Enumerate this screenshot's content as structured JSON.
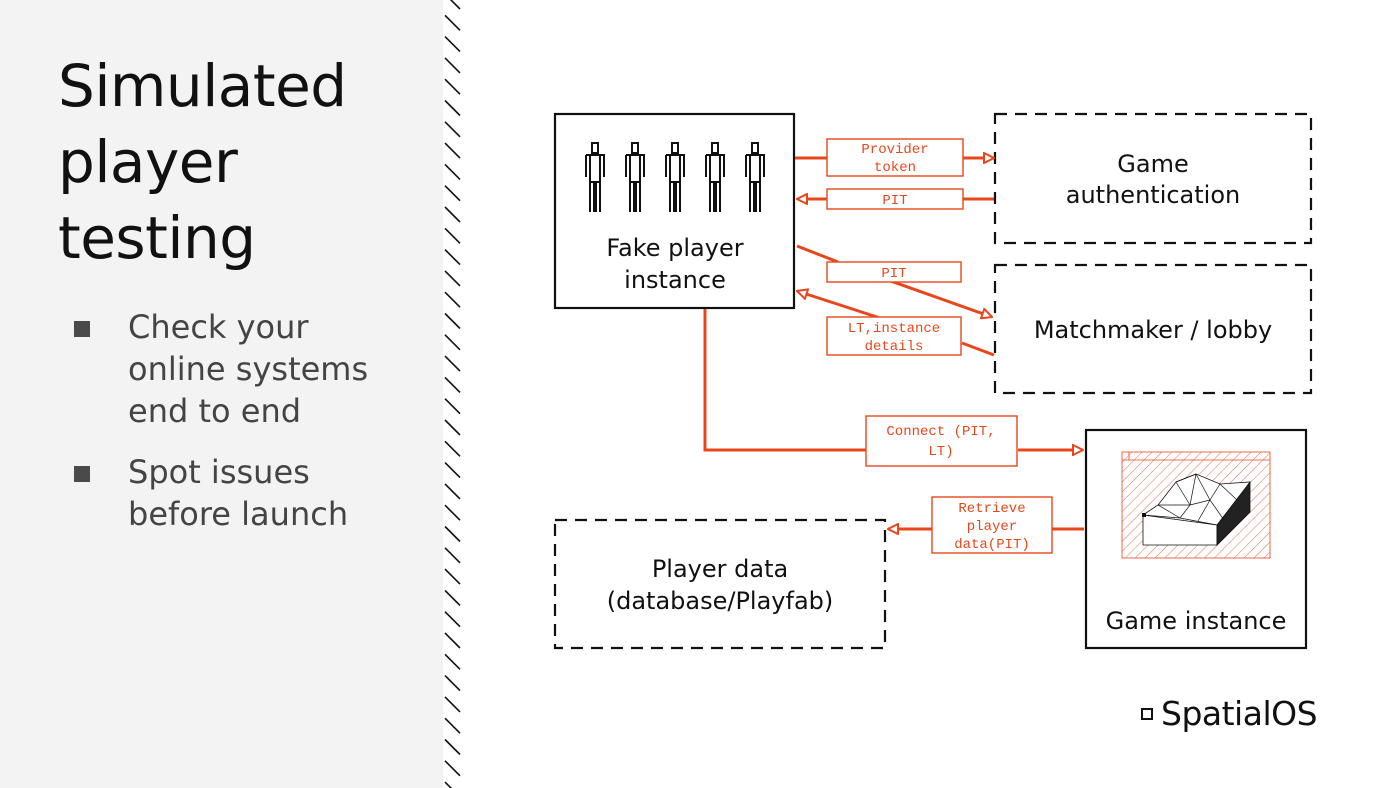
{
  "slide": {
    "title_lines": [
      "Simulated",
      "player",
      "testing"
    ],
    "bullets": [
      {
        "lines": [
          "Check your",
          "online systems",
          "end to end"
        ]
      },
      {
        "lines": [
          "Spot issues",
          "before launch"
        ]
      }
    ]
  },
  "diagram": {
    "accent_color": "#e8471c",
    "nodes": {
      "fake_player": {
        "lines": [
          "Fake player",
          "instance"
        ],
        "style": "solid",
        "icon": "player-figures-icon",
        "figure_count": 5
      },
      "game_auth": {
        "lines": [
          "Game",
          "authentication"
        ],
        "style": "dashed"
      },
      "matchmaker": {
        "lines": [
          "Matchmaker / lobby"
        ],
        "style": "dashed"
      },
      "game_instance": {
        "lines": [
          "Game instance"
        ],
        "style": "solid",
        "icon": "terrain-mesh-icon"
      },
      "player_data": {
        "lines": [
          "Player data",
          "(database/Playfab)"
        ],
        "style": "dashed"
      }
    },
    "edges": {
      "provider_token": {
        "from": "fake_player",
        "to": "game_auth",
        "lines": [
          "Provider",
          "token"
        ]
      },
      "pit_auth": {
        "from": "game_auth",
        "to": "fake_player",
        "lines": [
          "PIT"
        ]
      },
      "pit_match": {
        "from": "fake_player",
        "to": "matchmaker",
        "lines": [
          "PIT"
        ]
      },
      "lt_details": {
        "from": "matchmaker",
        "to": "fake_player",
        "lines": [
          "LT,instance",
          "details"
        ]
      },
      "connect": {
        "from": "fake_player",
        "to": "game_instance",
        "lines": [
          "Connect (PIT,",
          "LT)"
        ]
      },
      "retrieve": {
        "from": "game_instance",
        "to": "player_data",
        "lines": [
          "Retrieve",
          "player",
          "data(PIT)"
        ]
      }
    }
  },
  "branding": {
    "logo_text": "SpatialOS",
    "logo_icon": "spatialos-square-icon"
  }
}
